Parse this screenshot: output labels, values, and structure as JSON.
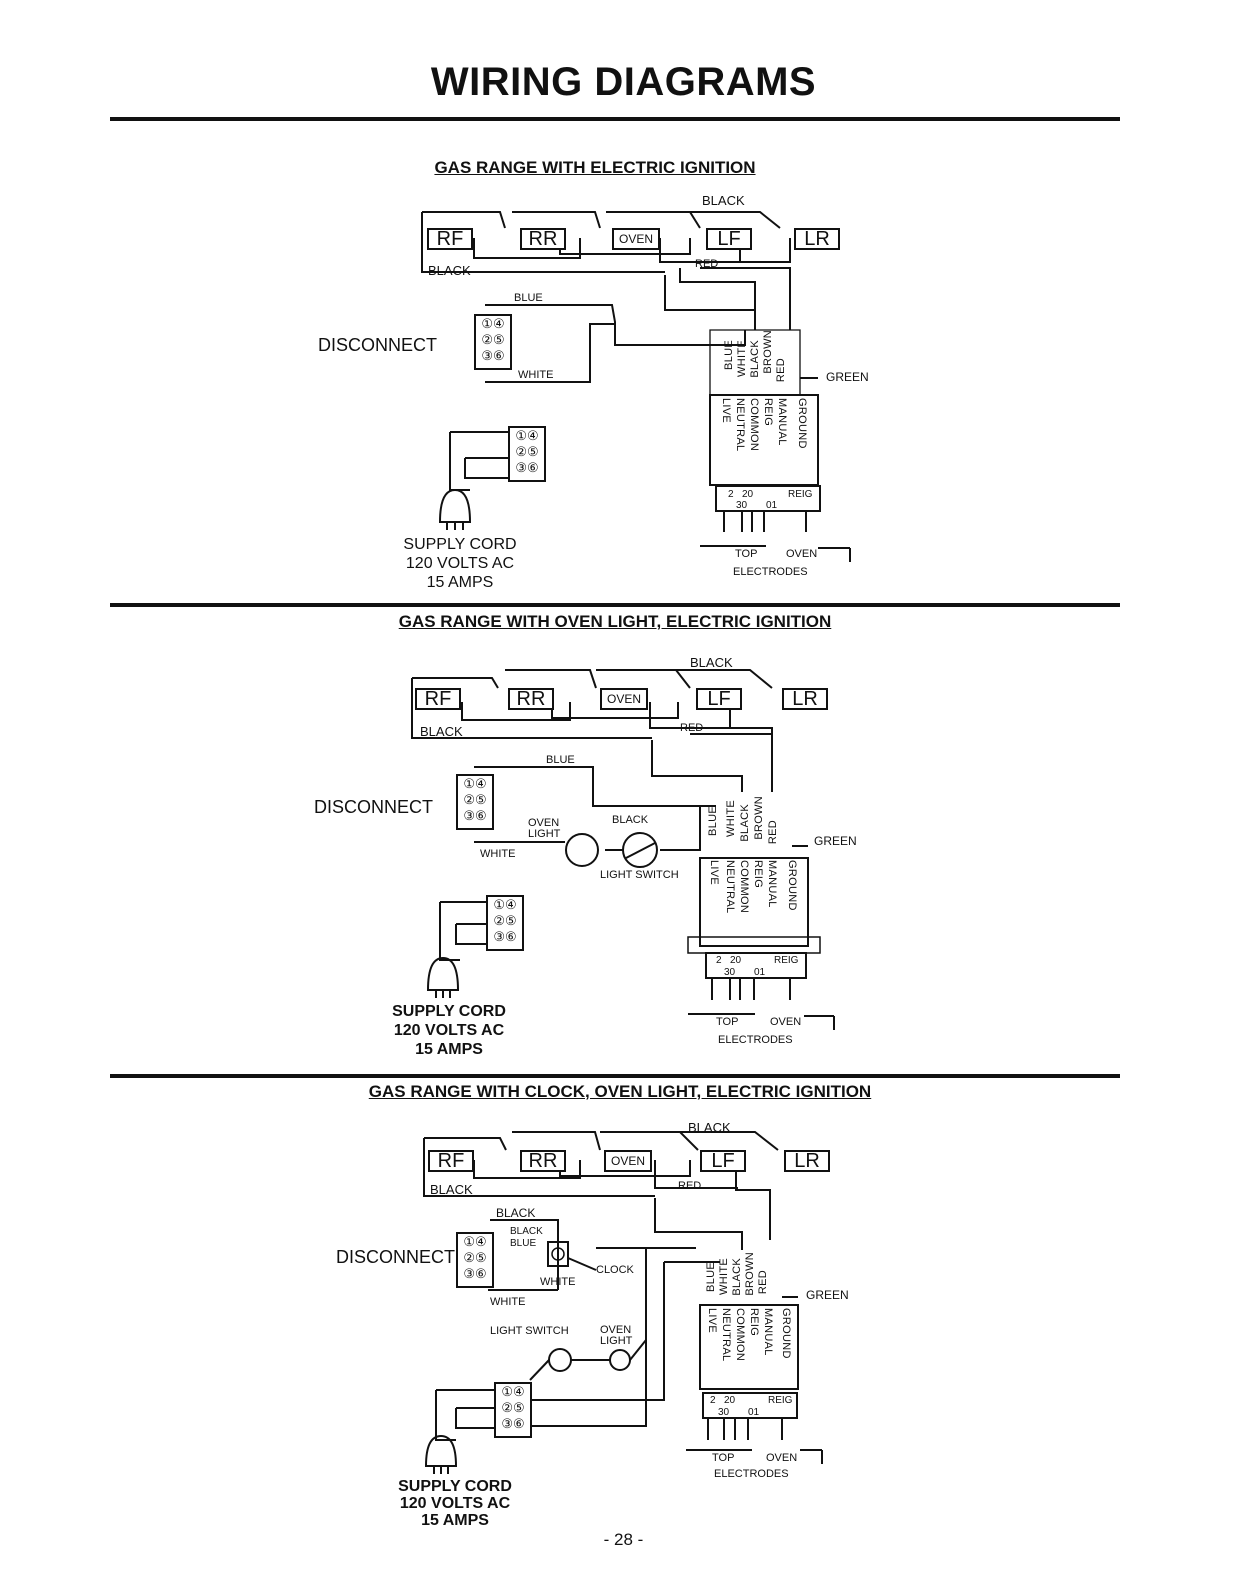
{
  "page": {
    "title": "WIRING DIAGRAMS",
    "page_number": "- 28 -"
  },
  "common": {
    "burners": [
      "RF",
      "RR",
      "OVEN",
      "LF",
      "LR"
    ],
    "black": "BLACK",
    "red": "RED",
    "blue": "BLUE",
    "white": "WHITE",
    "green": "GREEN",
    "disconnect": "DISCONNECT",
    "pins_left": [
      "①④",
      "②⑤",
      "③⑥"
    ],
    "module_top_labels": [
      "BLUE",
      "WHITE",
      "BLACK",
      "BROWN",
      "RED"
    ],
    "module_side_labels": [
      "LIVE",
      "NEUTRAL",
      "COMMON",
      "REIG",
      "MANUAL",
      "GROUND"
    ],
    "terminal_labels": [
      "2",
      "20",
      "30",
      "01",
      "REIG"
    ],
    "top": "TOP",
    "oven": "OVEN",
    "electrodes": "ELECTRODES",
    "supply_cord": [
      "SUPPLY CORD",
      "120 VOLTS AC",
      "15 AMPS"
    ]
  },
  "sections": [
    {
      "title": "GAS RANGE WITH ELECTRIC IGNITION"
    },
    {
      "title": "GAS RANGE WITH OVEN LIGHT, ELECTRIC IGNITION",
      "oven_light": "OVEN LIGHT",
      "light_switch": "LIGHT SWITCH"
    },
    {
      "title": "GAS RANGE WITH CLOCK, OVEN LIGHT, ELECTRIC IGNITION",
      "clock": "CLOCK",
      "light_switch": "LIGHT SWITCH",
      "oven_light": "OVEN LIGHT",
      "black_short": "BLACK",
      "blue_short": "BLUE"
    }
  ]
}
